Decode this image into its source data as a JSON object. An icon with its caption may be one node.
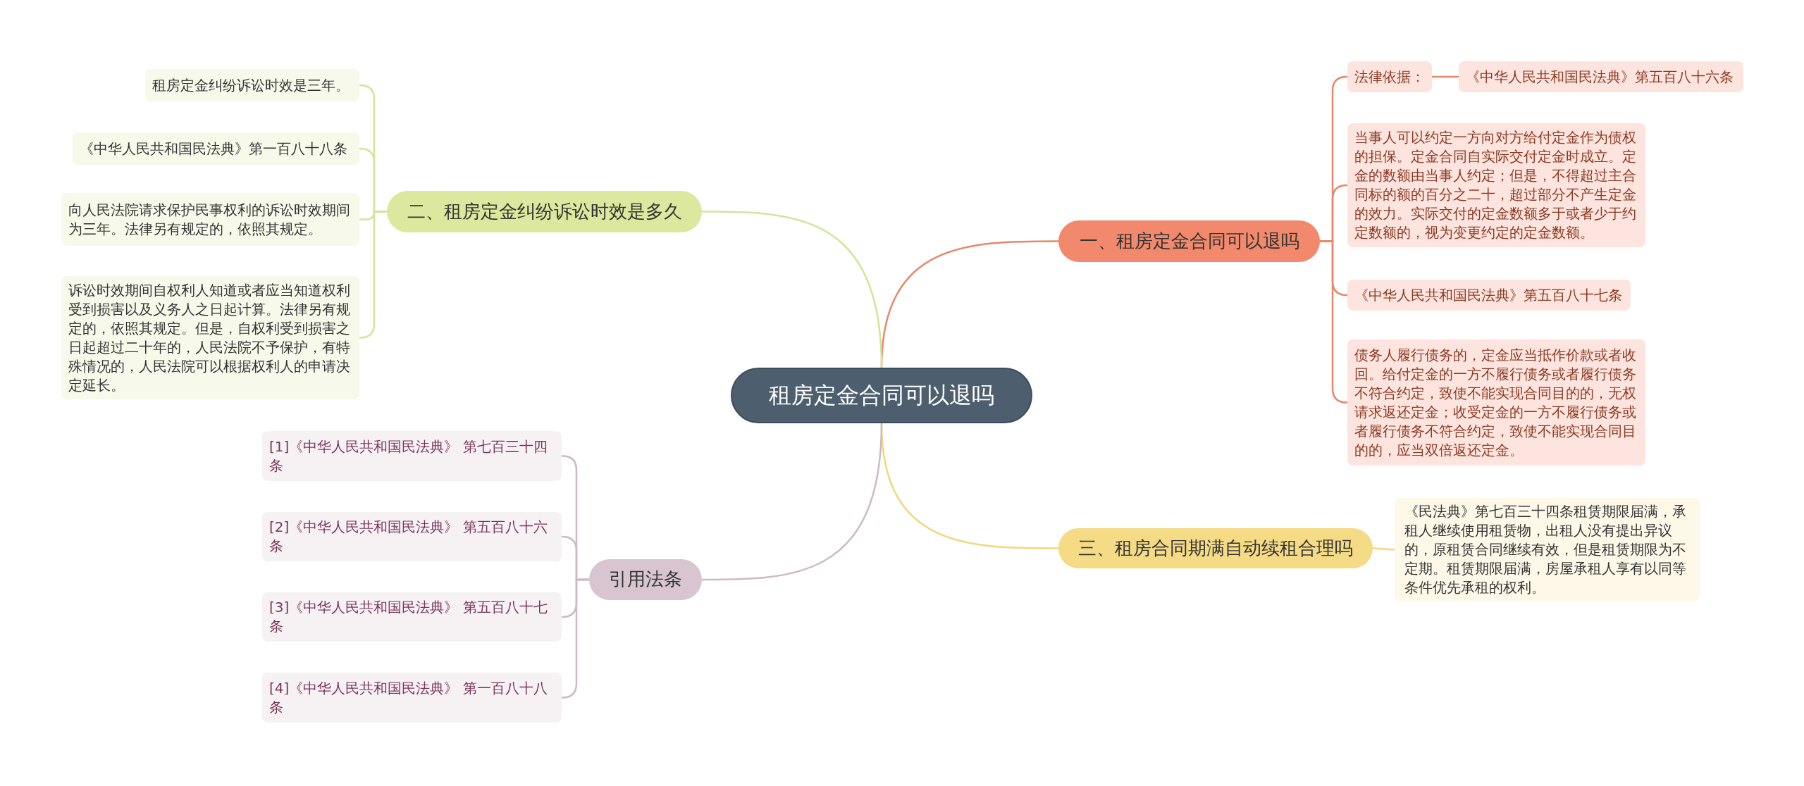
{
  "diagram": {
    "nodes": [
      {
        "text": [
          "租房定金合同可以退吗"
        ]
      },
      {
        "text": [
          "一、租房定金合同可以退吗"
        ]
      },
      {
        "text": [
          "法律依据："
        ]
      },
      {
        "text": [
          "《中华人民共和国民法典》第五百八十六条"
        ]
      },
      {
        "text": [
          "当事人可以约定一方向对方给付定金作为债权的担保。定金合同自实际交付定金时成立。定金的数额由当事人约定；但是，不得超过主合同标的额的百分之二十，超过部分不产生定金的效力。实际交付的定金数额多于或者少于约定数额的，视为变更约定的定金数额。"
        ]
      },
      {
        "text": [
          "《中华人民共和国民法典》第五百八十七条"
        ]
      },
      {
        "text": [
          "债务人履行债务的，定金应当抵作价款或者收回。给付定金的一方不履行债务或者履行债务不符合约定，致使不能实现合同目的的，无权请求返还定金；收受定金的一方不履行债务或者履行债务不符合约定，致使不能实现合同目的的，应当双倍返还定金。"
        ]
      },
      {
        "text": [
          "三、租房合同期满自动续租合理吗"
        ]
      },
      {
        "text": [
          "《民法典》第七百三十四条租赁期限届满，承租人继续使用租赁物，出租人没有提出异议的，原租赁合同继续有效，但是租赁期限为不定期。租赁期限届满，房屋承租人享有以同等条件优先承租的权利。"
        ]
      },
      {
        "text": [
          "二、租房定金纠纷诉讼时效是多久"
        ]
      },
      {
        "text": [
          "租房定金纠纷诉讼时效是三年。"
        ]
      },
      {
        "text": [
          "《中华人民共和国民法典》第一百八十八条"
        ]
      },
      {
        "text": [
          "向人民法院请求保护民事权利的诉讼时效期间为三年。法律另有规定的，依照其规定。"
        ]
      },
      {
        "text": [
          "诉讼时效期间自权利人知道或者应当知道权利受到损害以及义务人之日起计算。法律另有规定的，依照其规定。但是，自权利受到损害之日起超过二十年的，人民法院不予保护，有特殊情况的，人民法院可以根据权利人的申请决定延长。"
        ]
      },
      {
        "text": [
          "引用法条"
        ]
      },
      {
        "text": [
          "[1]《中华人民共和国民法典》 第七百三十四条"
        ]
      },
      {
        "text": [
          "[2]《中华人民共和国民法典》 第五百八十六条"
        ]
      },
      {
        "text": [
          "[3]《中华人民共和国民法典》 第五百八十七条"
        ]
      },
      {
        "text": [
          "[4]《中华人民共和国民法典》 第一百八十八条"
        ]
      }
    ],
    "edges": [
      {
        "from": 0,
        "to": 1,
        "arrow": "none"
      },
      {
        "from": 1,
        "to": 2,
        "arrow": "none"
      },
      {
        "from": 2,
        "to": 3,
        "arrow": "none"
      },
      {
        "from": 1,
        "to": 4,
        "arrow": "none"
      },
      {
        "from": 1,
        "to": 5,
        "arrow": "none"
      },
      {
        "from": 1,
        "to": 6,
        "arrow": "none"
      },
      {
        "from": 0,
        "to": 7,
        "arrow": "none",
        "color": "#f2d77e"
      },
      {
        "from": 7,
        "to": 8,
        "arrow": "none",
        "color": "#f2d77e"
      },
      {
        "from": 0,
        "to": 9,
        "arrow": "none",
        "color": "#d3e49a"
      },
      {
        "from": 9,
        "to": 10,
        "arrow": "none",
        "color": "#d3e49a"
      },
      {
        "from": 9,
        "to": 11,
        "arrow": "none",
        "color": "#d3e49a"
      },
      {
        "from": 9,
        "to": 12,
        "arrow": "none",
        "color": "#d3e49a"
      },
      {
        "from": 9,
        "to": 13,
        "arrow": "none",
        "color": "#d3e49a"
      },
      {
        "from": 0,
        "to": 14,
        "arrow": "none",
        "color": "#cdb9c4"
      },
      {
        "from": 14,
        "to": 15,
        "arrow": "none",
        "color": "#cdb9c4"
      },
      {
        "from": 14,
        "to": 16,
        "arrow": "none",
        "color": "#cdb9c4"
      },
      {
        "from": 14,
        "to": 17,
        "arrow": "none",
        "color": "#cdb9c4"
      },
      {
        "from": 14,
        "to": 18,
        "arrow": "none",
        "color": "#cdb9c4"
      }
    ]
  }
}
